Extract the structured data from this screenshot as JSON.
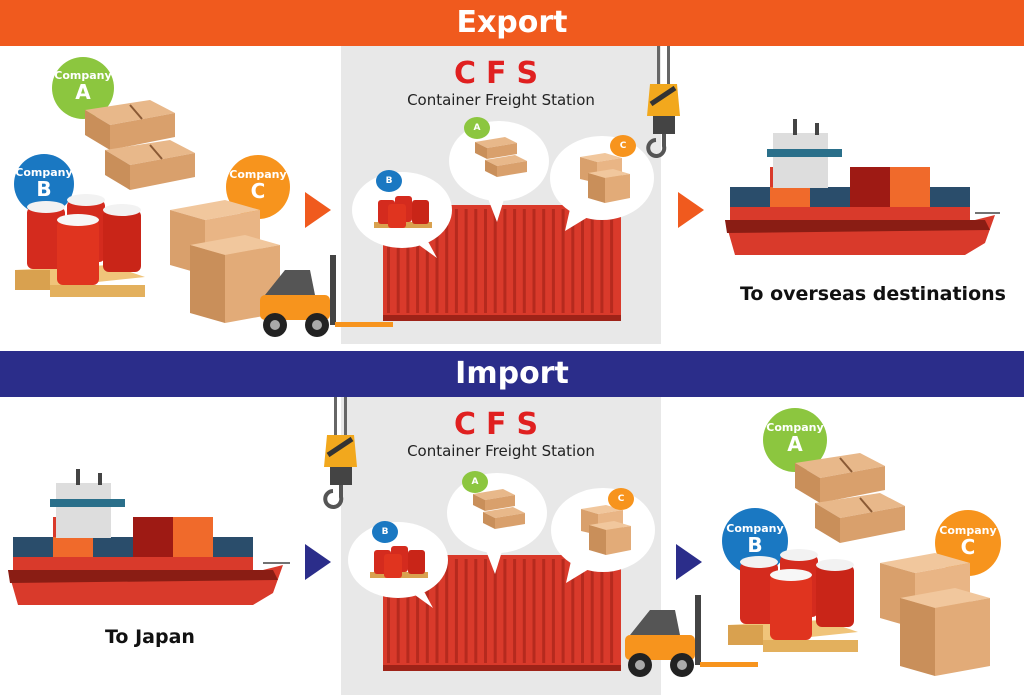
{
  "export": {
    "banner": "Export",
    "cfs_title": "CFS",
    "cfs_subtitle": "Container Freight Station",
    "destination": "To overseas destinations",
    "companies": [
      {
        "prefix": "Company",
        "letter": "A",
        "color": "#8cc63f"
      },
      {
        "prefix": "Company",
        "letter": "B",
        "color": "#1a78c2"
      },
      {
        "prefix": "Company",
        "letter": "C",
        "color": "#f7941d"
      }
    ],
    "mini_labels": [
      "A",
      "B",
      "C"
    ]
  },
  "import": {
    "banner": "Import",
    "cfs_title": "CFS",
    "cfs_subtitle": "Container Freight Station",
    "origin": "To Japan",
    "companies": [
      {
        "prefix": "Company",
        "letter": "A",
        "color": "#8cc63f"
      },
      {
        "prefix": "Company",
        "letter": "B",
        "color": "#1a78c2"
      },
      {
        "prefix": "Company",
        "letter": "C",
        "color": "#f7941d"
      }
    ],
    "mini_labels": [
      "A",
      "B",
      "C"
    ]
  },
  "colors": {
    "export_accent": "#f05a1e",
    "import_accent": "#2b2d8a",
    "cfs_red": "#e02020",
    "container_red": "#d93a2b"
  },
  "icons": [
    "crane-hook-icon",
    "forklift-icon",
    "container-ship-icon",
    "shipping-container-icon",
    "cardboard-box-icon",
    "drum-barrel-icon"
  ]
}
